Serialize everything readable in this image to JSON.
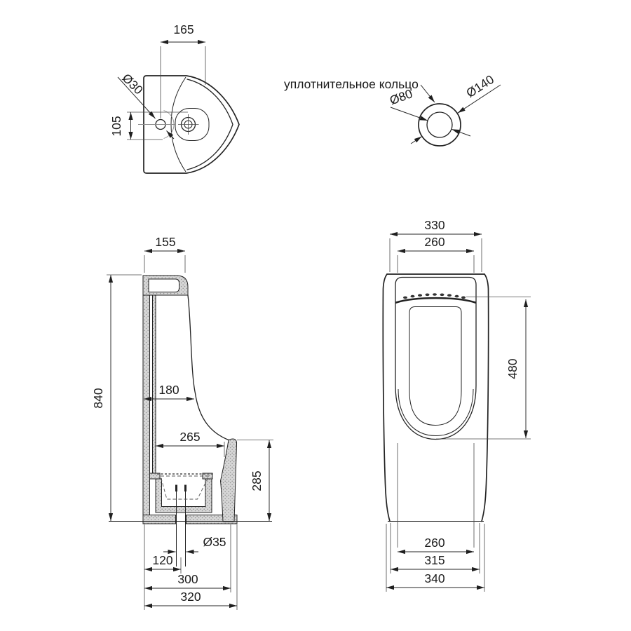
{
  "top_view": {
    "width_label": "165",
    "offset_label": "105",
    "hole_label": "Ø30"
  },
  "seal_ring": {
    "label": "уплотнительное кольцо",
    "outer_label": "Ø140",
    "inner_label": "Ø80"
  },
  "side_view": {
    "top_depth_label": "155",
    "height_label": "840",
    "inner_depth_label": "180",
    "bowl_depth_label": "265",
    "rim_height_label": "285",
    "drain_label": "Ø35",
    "drain_offset_label": "120",
    "base_depth_label": "300",
    "overall_depth_label": "320"
  },
  "front_view": {
    "top_width_label": "330",
    "opening_width_label": "260",
    "bowl_height_label": "480",
    "base_inner_label": "260",
    "base_mid_label": "315",
    "overall_width_label": "340"
  },
  "colors": {
    "line": "#222222",
    "dim": "#262626",
    "background": "#ffffff",
    "section_fill_base": "#d6d6d6",
    "section_fill_dot": "#8f8f8f"
  }
}
